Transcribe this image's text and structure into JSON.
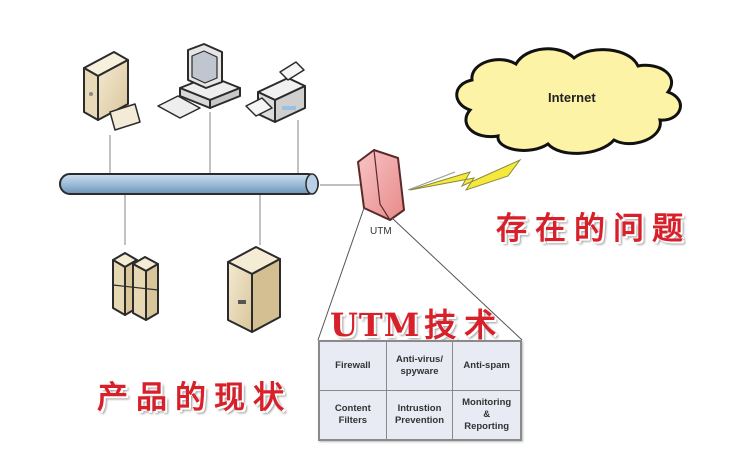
{
  "diagram": {
    "title_utm_tech": {
      "latin": "UTM",
      "cn": "技术"
    },
    "label_problems": "存在的问题",
    "label_status": "产品的现状",
    "internet_label": "Internet",
    "utm_device_label": "UTM",
    "features": [
      {
        "label": "Firewall"
      },
      {
        "label": "Anti-virus/\nspyware"
      },
      {
        "label": "Anti-spam"
      },
      {
        "label": "Content\nFilters"
      },
      {
        "label": "Intrustion\nPrevention"
      },
      {
        "label": "Monitoring\n&\nReporting"
      }
    ],
    "nodes": {
      "top": [
        "server-tower",
        "desktop-computer",
        "printer"
      ],
      "bottom": [
        "server-cluster",
        "server-cabinet"
      ]
    },
    "colors": {
      "accent_red": "#d8202a",
      "cloud_fill": "#fdf3a6",
      "bus_fill": "#9dbcd8",
      "firewall_fill": "#f2a8a8",
      "lightning": "#f5ea3a",
      "grid_fill": "#e8ebf3"
    }
  }
}
